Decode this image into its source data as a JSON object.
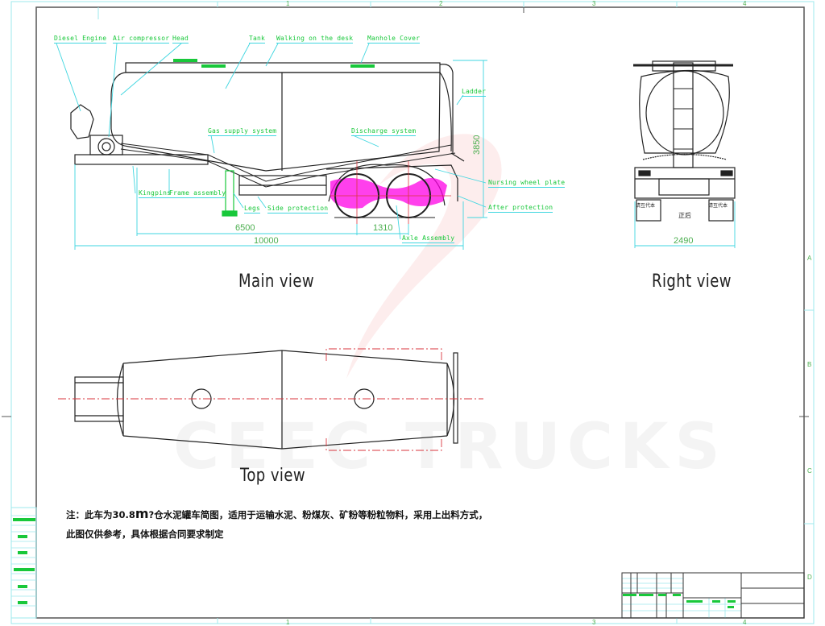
{
  "drawing": {
    "watermark": "CEEC TRUCKS",
    "border_columns": [
      "1",
      "2",
      "3",
      "4"
    ],
    "border_rows": [
      "A",
      "B",
      "C",
      "D"
    ]
  },
  "main_view": {
    "title": "Main view",
    "labels": {
      "diesel_engine": "Diesel Engine",
      "air_compressor": "Air compressor",
      "head": "Head",
      "tank": "Tank",
      "walking_on_desk": "Walking on the desk",
      "manhole_cover": "Manhole Cover",
      "ladder": "Ladder",
      "gas_supply_system": "Gas supply system",
      "discharge_system": "Discharge system",
      "kingpins": "Kingpins",
      "frame_assembly": "Frame assembly",
      "legs": "Legs",
      "side_protection": "Side protection",
      "nursing_wheel_plate": "Nursing wheel plate",
      "after_protection": "After protection",
      "axle_assembly": "Axle Assembly"
    },
    "dimensions": {
      "height": "3850",
      "leg_to_axle": "6500",
      "axle_spacing": "1310",
      "overall_length": "10000"
    }
  },
  "right_view": {
    "title": "Right view",
    "width_dim": "2490",
    "rear_text": "正后",
    "plate_text_left": "请互代本",
    "plate_text_right": "请互代本"
  },
  "top_view": {
    "title": "Top view"
  },
  "note": {
    "line1_prefix": "注：此车为30.8",
    "line1_unit": "m",
    "line1_suffix": "?仓水泥罐车简图，适用于运输水泥、粉煤灰、矿粉等粉粒物料，采用上出料方式，",
    "line2": "此图仅供参考，具体根据合同要求制定"
  },
  "colors": {
    "line": "#222222",
    "leader": "#3fd6e0",
    "label": "#18c83a",
    "axle": "#ff00e6",
    "centerline": "#d9363e",
    "border": "#555555"
  }
}
